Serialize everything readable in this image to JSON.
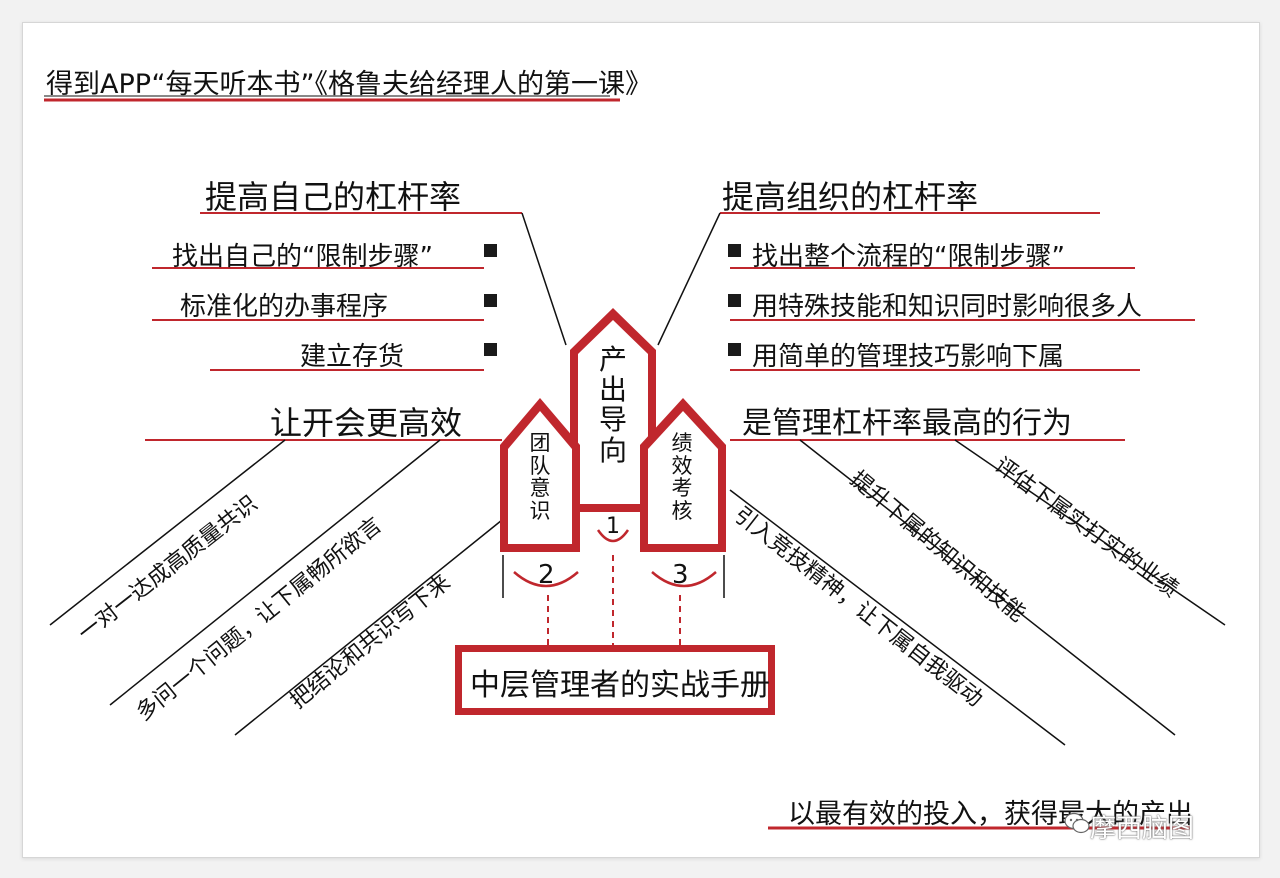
{
  "title": "得到APP“每天听本书”《格鲁夫给经理人的第一课》",
  "center": {
    "box": "中层管理者的实战手册",
    "pillars": [
      {
        "label": "产出导向",
        "number": "1"
      },
      {
        "label": "团队意识",
        "number": "2"
      },
      {
        "label": "绩效考核",
        "number": "3"
      }
    ]
  },
  "branches": {
    "self_leverage": {
      "heading": "提高自己的杠杆率",
      "items": [
        "找出自己的“限制步骤”",
        "标准化的办事程序",
        "建立存货"
      ]
    },
    "org_leverage": {
      "heading": "提高组织的杠杆率",
      "items": [
        "找出整个流程的“限制步骤”",
        "用特殊技能和知识同时影响很多人",
        "用简单的管理技巧影响下属"
      ]
    },
    "meetings": {
      "heading": "让开会更高效",
      "items": [
        "一对一达成高质量共识",
        "多问一个问题，让下属畅所欲言",
        "把结论和共识写下来"
      ]
    },
    "management": {
      "heading": "是管理杠杆率最高的行为",
      "items": [
        "评估下属实打实的业绩",
        "提升下属的知识和技能",
        "引入竞技精神，让下属自我驱动"
      ]
    }
  },
  "footer": "以最有效的投入，获得最大的产出",
  "watermark": "摩西脑图",
  "colors": {
    "accent": "#c0272d",
    "ink": "#111111",
    "pillar_bg": "#ffffff"
  }
}
